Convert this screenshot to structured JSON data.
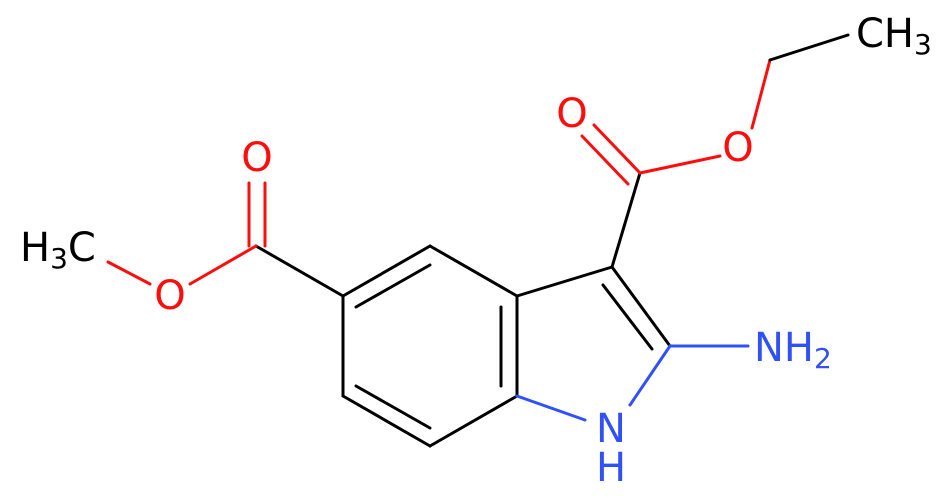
{
  "molecule": {
    "atoms": {
      "ch3_left": {
        "main": "H",
        "sub": "3",
        "tail": "C",
        "color": "#000000"
      },
      "o_ester5": {
        "text": "O",
        "color": "#ff0d0d"
      },
      "o_carbonyl5": {
        "text": "O",
        "color": "#ff0d0d"
      },
      "o_carbonyl3": {
        "text": "O",
        "color": "#ff0d0d"
      },
      "o_ester3": {
        "text": "O",
        "color": "#ff0d0d"
      },
      "ch3_right": {
        "main": "CH",
        "sub": "3",
        "color": "#000000"
      },
      "nh2": {
        "main": "NH",
        "sub": "2",
        "color": "#3050f8"
      },
      "nh_top": {
        "text": "N",
        "color": "#3050f8"
      },
      "nh_bottom": {
        "text": "H",
        "color": "#3050f8"
      }
    }
  }
}
